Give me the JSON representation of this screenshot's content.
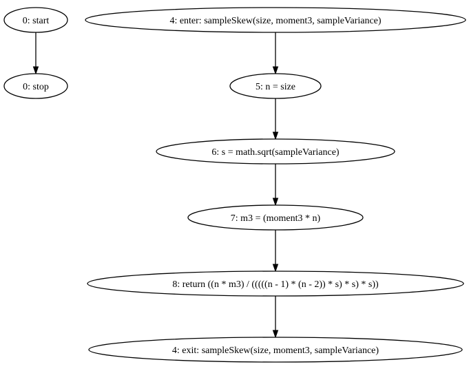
{
  "nodes": [
    {
      "id": "start",
      "label": "0: start"
    },
    {
      "id": "stop",
      "label": "0: stop"
    },
    {
      "id": "enter",
      "label": "4: enter: sampleSkew(size, moment3, sampleVariance)"
    },
    {
      "id": "n5",
      "label": "5: n = size"
    },
    {
      "id": "n6",
      "label": "6: s = math.sqrt(sampleVariance)"
    },
    {
      "id": "n7",
      "label": "7: m3 = (moment3 * n)"
    },
    {
      "id": "n8",
      "label": "8: return ((n * m3) / (((((n - 1) * (n - 2)) * s) * s) * s))"
    },
    {
      "id": "exit",
      "label": "4: exit: sampleSkew(size, moment3, sampleVariance)"
    }
  ],
  "edges": [
    {
      "from": "start",
      "to": "stop"
    },
    {
      "from": "enter",
      "to": "n5"
    },
    {
      "from": "n5",
      "to": "n6"
    },
    {
      "from": "n6",
      "to": "n7"
    },
    {
      "from": "n7",
      "to": "n8"
    },
    {
      "from": "n8",
      "to": "exit"
    }
  ]
}
